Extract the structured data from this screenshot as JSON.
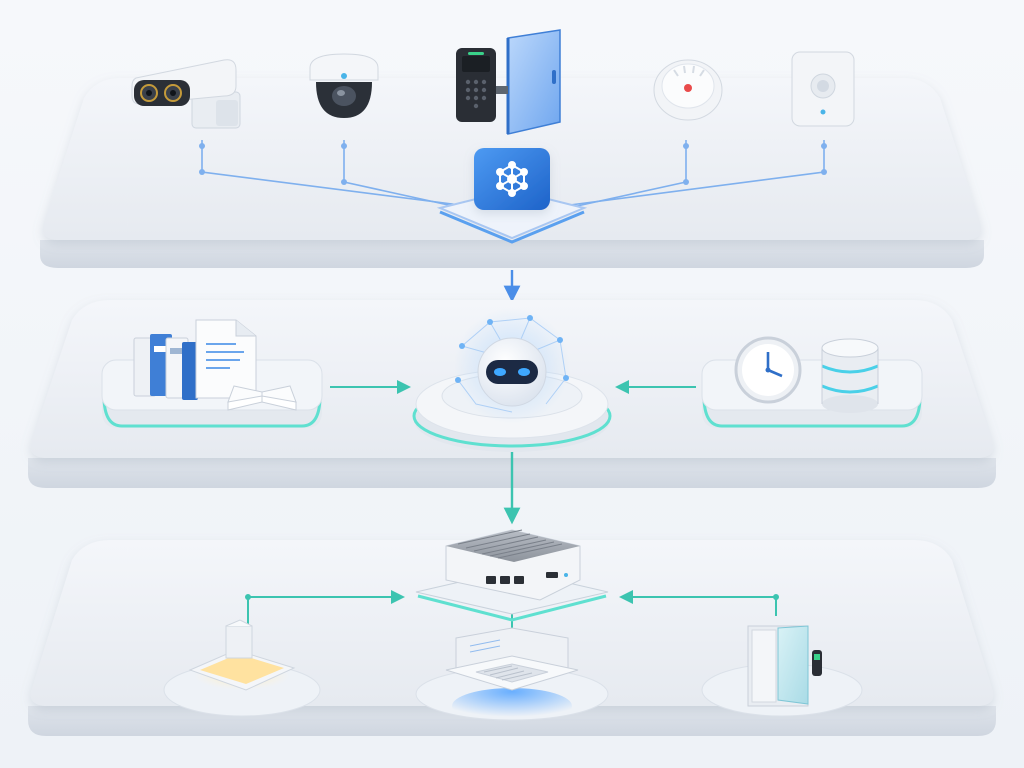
{
  "diagram": {
    "layers": [
      {
        "id": "sensing-layer"
      },
      {
        "id": "intelligence-layer"
      },
      {
        "id": "control-layer"
      }
    ],
    "top_devices": [
      "bullet-camera",
      "dome-camera",
      "access-control-reader-with-glass-door",
      "smoke-detector",
      "motion-sensor"
    ],
    "hub_icon": "network-node-icon",
    "middle": {
      "left": "documents-and-binders",
      "center": "ai-robot-assistant",
      "right": [
        "clock-icon",
        "database-icon"
      ]
    },
    "bottom": {
      "gateway": "edge-gateway-box",
      "outputs": [
        "ceiling-light-panel",
        "cassette-air-conditioner",
        "smart-door"
      ]
    },
    "colors": {
      "layer_surface": "#e8ecf2",
      "layer_edge": "#d6dce6",
      "hub_blue": "#2f7de1",
      "flow_blue": "#4a8ee8",
      "flow_teal": "#3cc4b0",
      "glow_teal": "#5fe0d0",
      "accent_cyan": "#49d0e8"
    }
  }
}
